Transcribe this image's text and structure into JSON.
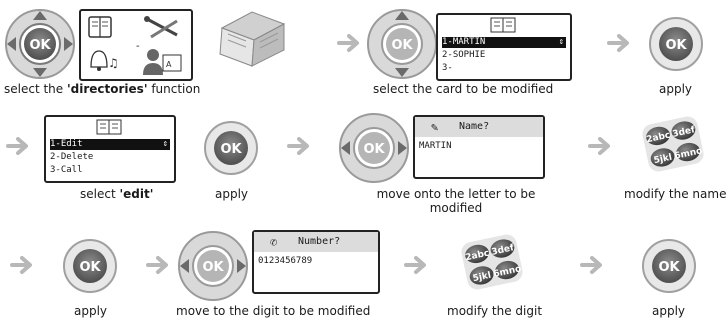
{
  "row1": {
    "cap1_pre": "select the ",
    "cap1_bold": "'directories'",
    "cap1_post": " function",
    "cap2": "select the card to be modified",
    "cap3": "apply",
    "screen_lines": [
      "1-MARTIN",
      "2-SOPHIE",
      "3-"
    ]
  },
  "row2": {
    "cap1_pre": "select ",
    "cap1_bold": "'edit'",
    "cap2": "apply",
    "cap3_line1": "move onto the letter to be",
    "cap3_line2": "modified",
    "cap4": "modify the name",
    "menu_lines": [
      "1-Edit",
      "2-Delete",
      "3-Call"
    ],
    "name_title": "Name?",
    "name_value": "MARTIN"
  },
  "row3": {
    "cap1": "apply",
    "cap2": "move to the digit to be modified",
    "cap3": "modify the digit",
    "cap4": "apply",
    "number_title": "Number?",
    "number_value": "0123456789"
  },
  "ok_label": "OK",
  "keypad_keys": [
    "2abc",
    "3def",
    "5jkl",
    "6mno"
  ],
  "colors": {
    "arrow": "#b8b8b8",
    "ok_ring": "#8a8a8a",
    "ok_center": "#6f6f6f",
    "nav_outer": "#9a9a9a"
  }
}
